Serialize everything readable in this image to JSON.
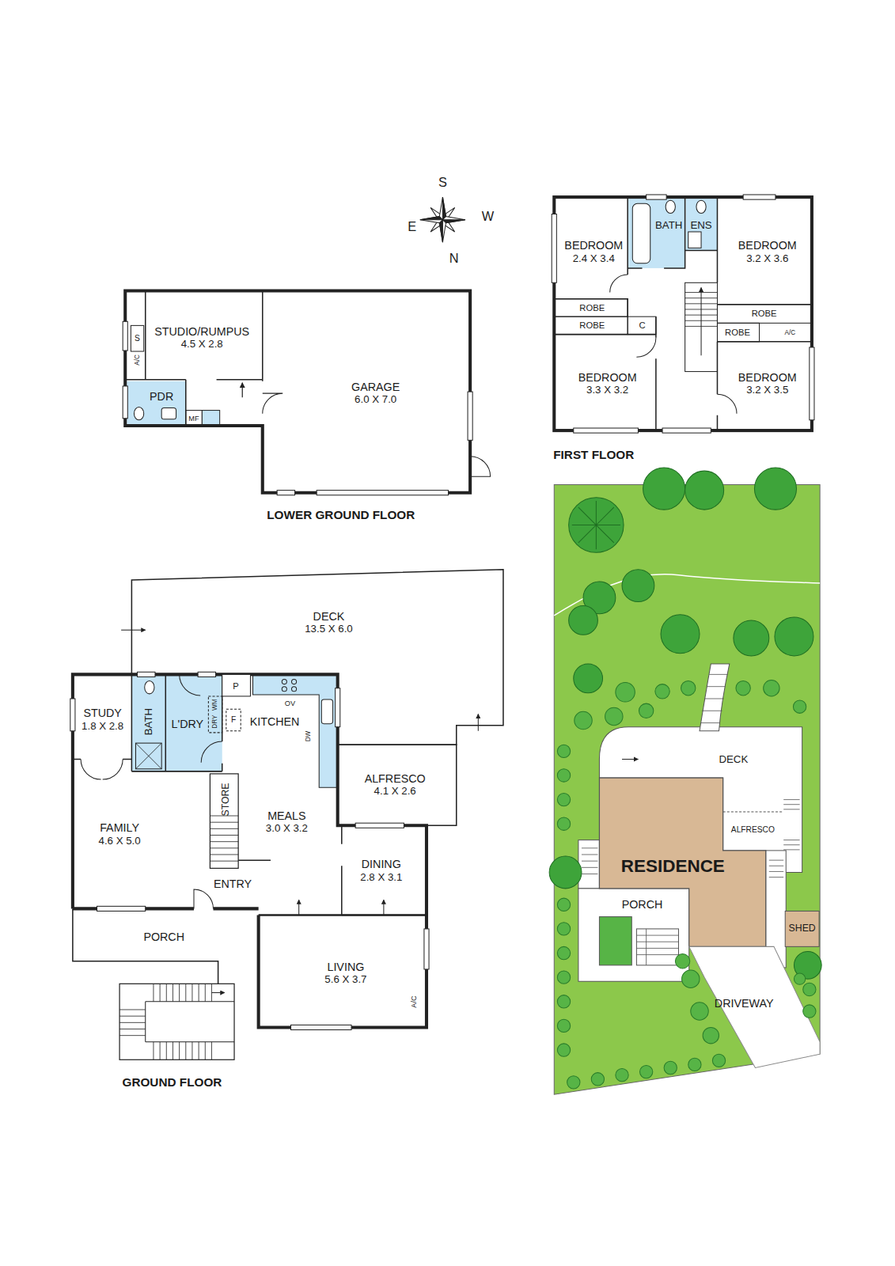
{
  "diagram": {
    "nodes": [
      {
        "text": [
          "STUDIO/RUMPUS",
          "4.5 X 2.8"
        ]
      },
      {
        "text": [
          "GARAGE",
          "6.0 X 7.0"
        ]
      },
      {
        "text": [
          "PDR"
        ]
      },
      {
        "text": [
          "MF"
        ]
      },
      {
        "text": [
          "BEDROOM",
          "2.4 X 3.4"
        ]
      },
      {
        "text": [
          "BATH"
        ]
      },
      {
        "text": [
          "ENS"
        ]
      },
      {
        "text": [
          "BEDROOM",
          "3.2 X 3.6"
        ]
      },
      {
        "text": [
          "ROBE"
        ]
      },
      {
        "text": [
          "ROBE"
        ]
      },
      {
        "text": [
          "C"
        ]
      },
      {
        "text": [
          "ROBE"
        ]
      },
      {
        "text": [
          "ROBE"
        ]
      },
      {
        "text": [
          "BEDROOM",
          "3.3 X 3.2"
        ]
      },
      {
        "text": [
          "BEDROOM",
          "3.2 X 3.5"
        ]
      },
      {
        "text": [
          "DECK",
          "13.5 X 6.0"
        ]
      },
      {
        "text": [
          "STUDY",
          "1.8 X 2.8"
        ]
      },
      {
        "text": [
          "BATH"
        ]
      },
      {
        "text": [
          "L'DRY"
        ]
      },
      {
        "text": [
          "P"
        ]
      },
      {
        "text": [
          "KITCHEN"
        ]
      },
      {
        "text": [
          "F"
        ]
      },
      {
        "text": [
          "ALFRESCO",
          "4.1 X 2.6"
        ]
      },
      {
        "text": [
          "STORE"
        ]
      },
      {
        "text": [
          "MEALS",
          "3.0 X 3.2"
        ]
      },
      {
        "text": [
          "FAMILY",
          "4.6 X 5.0"
        ]
      },
      {
        "text": [
          "DINING",
          "2.8 X 3.1"
        ]
      },
      {
        "text": [
          "PORCH"
        ]
      },
      {
        "text": [
          "LIVING",
          "5.6 X 3.7"
        ]
      },
      {
        "text": [
          "DECK"
        ]
      },
      {
        "text": [
          "RESIDENCE"
        ]
      },
      {
        "text": [
          "ALFRESCO"
        ]
      },
      {
        "text": [
          "PORCH"
        ]
      },
      {
        "text": [
          "SHED"
        ]
      },
      {
        "text": [
          "DRIVEWAY"
        ]
      }
    ],
    "labels": [
      "S",
      "E",
      "W",
      "N",
      "S",
      "A/C",
      "LOWER GROUND FLOOR",
      "A/C",
      "FIRST FLOOR",
      "OV",
      "WM",
      "DRY",
      "DW",
      "ENTRY",
      "A/C",
      "GROUND FLOOR"
    ]
  }
}
